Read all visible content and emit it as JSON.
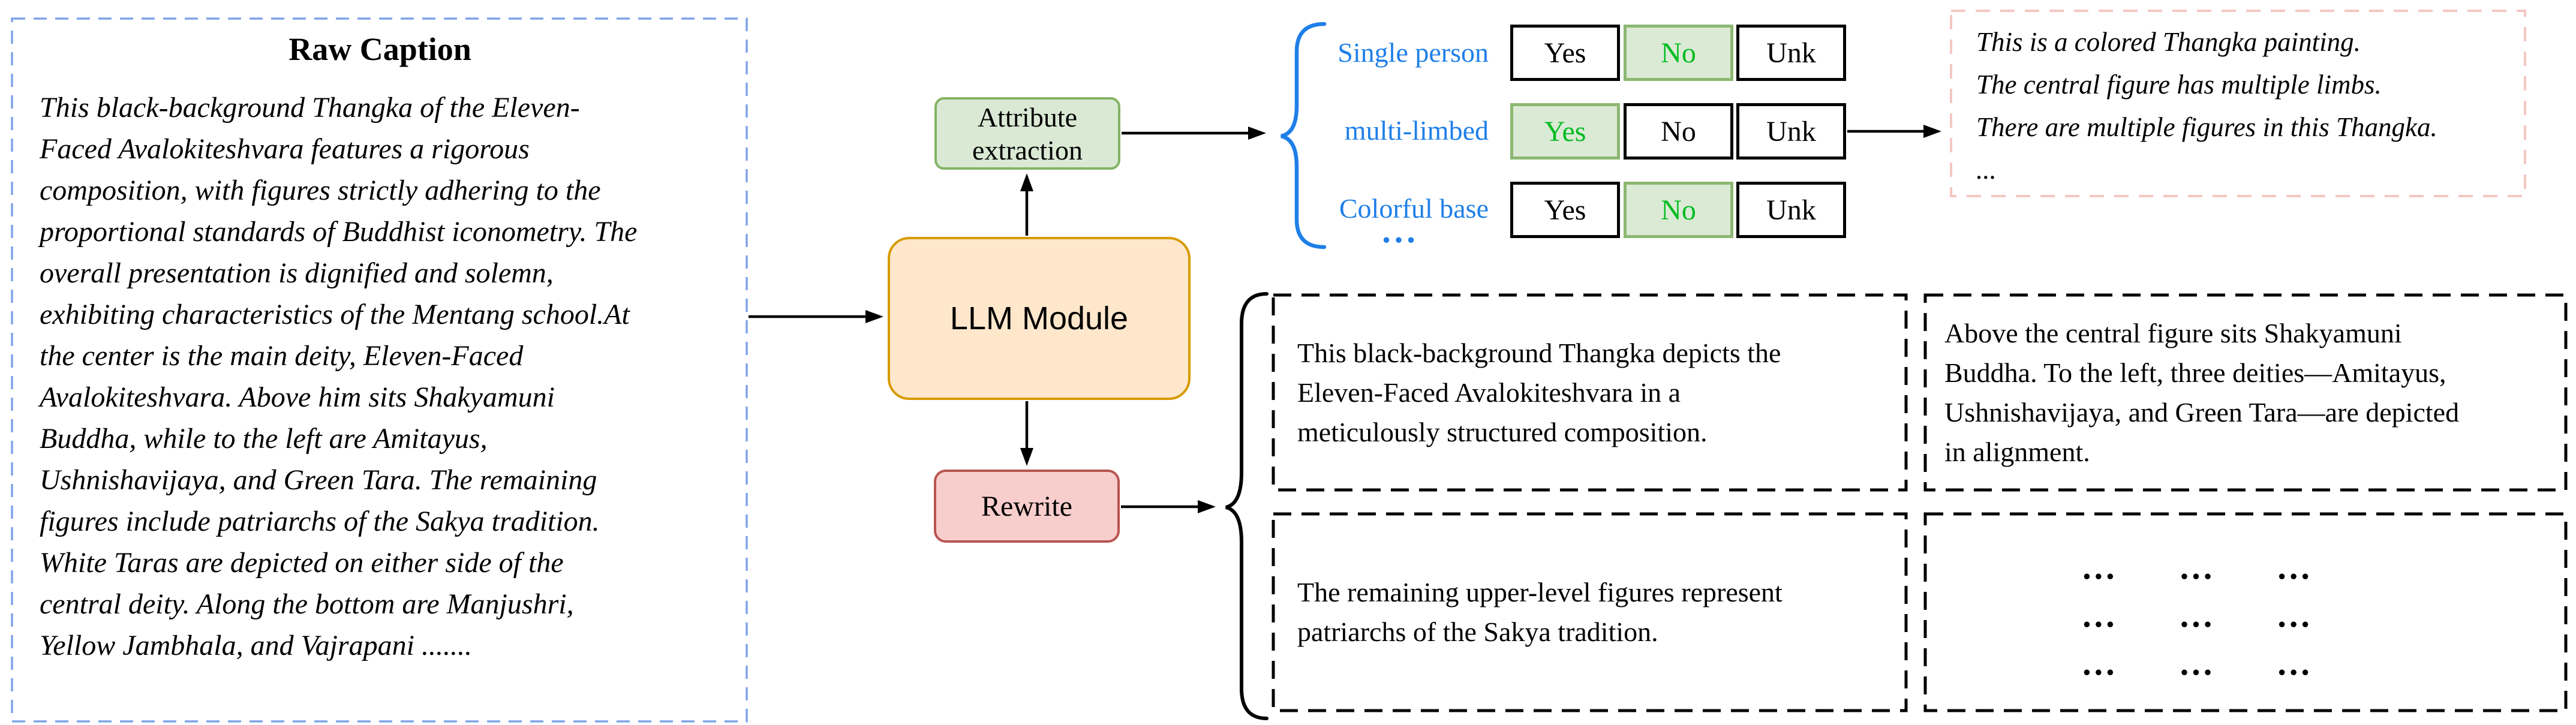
{
  "raw_caption": {
    "title": "Raw Caption",
    "lines": [
      "This black-background Thangka of the Eleven-",
      "Faced Avalokiteshvara features a rigorous",
      "composition, with figures strictly adhering to the",
      "proportional standards of Buddhist iconometry. The",
      "overall presentation is dignified and solemn,",
      "exhibiting characteristics of the Mentang school.At",
      "the center is the main deity, Eleven-Faced",
      "Avalokiteshvara. Above him sits Shakyamuni",
      "Buddha, while to the left are Amitayus,",
      "Ushnishavijaya, and Green Tara. The remaining",
      "figures include patriarchs of the Sakya tradition.",
      "White Taras are depicted on either side of the",
      "central deity. Along the bottom are Manjushri,",
      "Yellow Jambhala, and Vajrapani ......."
    ]
  },
  "pipeline": {
    "llm_label": "LLM Module",
    "attribute_label": "Attribute extraction",
    "rewrite_label": "Rewrite"
  },
  "attributes": {
    "rows": [
      {
        "label": "Single person",
        "cells": [
          {
            "text": "Yes",
            "selected": false
          },
          {
            "text": "No",
            "selected": true
          },
          {
            "text": "Unk",
            "selected": false
          }
        ]
      },
      {
        "label": "multi-limbed",
        "cells": [
          {
            "text": "Yes",
            "selected": true
          },
          {
            "text": "No",
            "selected": false
          },
          {
            "text": "Unk",
            "selected": false
          }
        ]
      },
      {
        "label": "Colorful base",
        "cells": [
          {
            "text": "Yes",
            "selected": false
          },
          {
            "text": "No",
            "selected": true
          },
          {
            "text": "Unk",
            "selected": false
          }
        ]
      }
    ],
    "more_label": "..."
  },
  "attribute_output": {
    "lines": [
      "This is a colored Thangka painting.",
      "The central figure has multiple limbs.",
      "There are multiple figures in this Thangka.",
      "..."
    ]
  },
  "rewrite_outputs": {
    "top_left": [
      "This black-background Thangka depicts the",
      "Eleven-Faced Avalokiteshvara in a",
      "meticulously structured composition."
    ],
    "top_right": [
      "Above the central figure sits Shakyamuni",
      "Buddha. To the left, three deities—Amitayus,",
      "Ushnishavijaya, and Green Tara—are depicted",
      "in alignment."
    ],
    "bottom_left": [
      "The remaining upper-level figures represent",
      "patriarchs of the Sakya tradition."
    ],
    "ellipsis": "..."
  },
  "colors": {
    "caption_border": "#7FA3E8",
    "attribute_text": "#1E7FE8",
    "selected_fill": "#DBEAD5",
    "selected_border": "#8CB872",
    "selected_text": "#00BC21",
    "llm_fill": "#FFE7CC",
    "llm_border": "#D79B00",
    "attr_fill": "#DAE9D4",
    "attr_border": "#84B366",
    "rewrite_fill": "#F8CECC",
    "rewrite_border": "#B85450",
    "attr_out_border": "#F4C7C3"
  }
}
